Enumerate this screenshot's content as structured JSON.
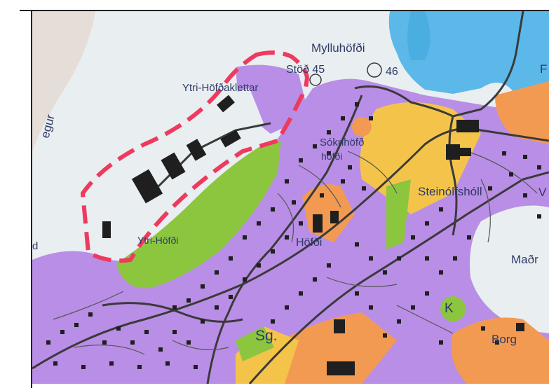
{
  "map": {
    "colors": {
      "water": "#5bb8e8",
      "residential": "#b98ee6",
      "green": "#8cc63f",
      "yellow": "#f4c44a",
      "orange": "#f39a52",
      "light_bg": "#e9eef0",
      "boundary": "#ee3a5f",
      "road": "#3a3a3a",
      "building": "#1f1f1f"
    },
    "labels": {
      "myllu": "Mylluhöfði",
      "stod45": "Stöð 45",
      "stod46": "46",
      "ytri_klettar": "Ytri-Höfðaklettar",
      "sokn": "Sóknhöfð",
      "hofdi_small": "höfði",
      "steinolfs": "Steinólfshóll",
      "ytri_hofdi": "Ytri-Höfði",
      "hofdi": "Höfði",
      "sg": "Sg.",
      "k": "K",
      "borg": "Borg",
      "mao": "Maðr",
      "v": "V",
      "f": "F",
      "egur": "egur",
      "d": "d"
    }
  }
}
